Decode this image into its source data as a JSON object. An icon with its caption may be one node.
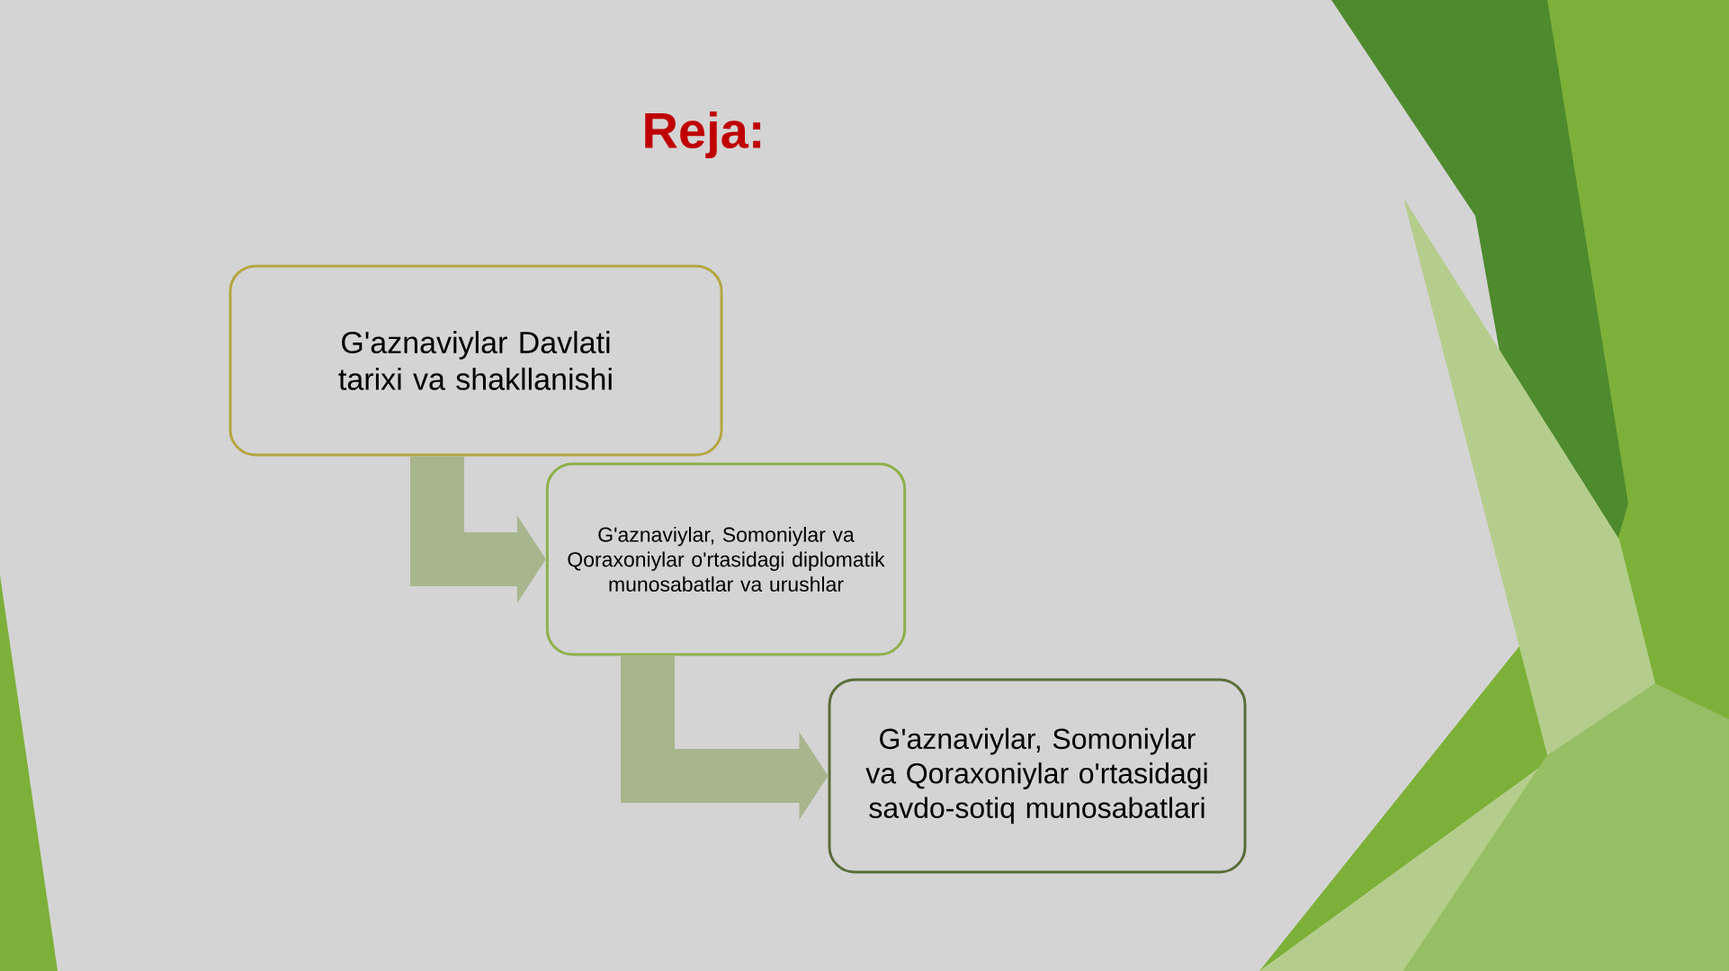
{
  "diagram": {
    "title": "Reja:",
    "nodes": [
      {
        "text": [
          "G'aznaviylar Davlati tarixi va shakllanishi"
        ]
      },
      {
        "text": [
          "G'aznaviylar, Somoniylar va Qoraxoniylar o'rtasidagi diplomatik munosabatlar va urushlar"
        ]
      },
      {
        "text": [
          "G'aznaviylar, Somoniylar va Qoraxoniylar o'rtasidagi savdo-sotiq munosabatlari"
        ]
      }
    ],
    "edges": [
      {
        "from": 0,
        "to": 1,
        "arrow": "to"
      },
      {
        "from": 1,
        "to": 2,
        "arrow": "to"
      }
    ]
  }
}
